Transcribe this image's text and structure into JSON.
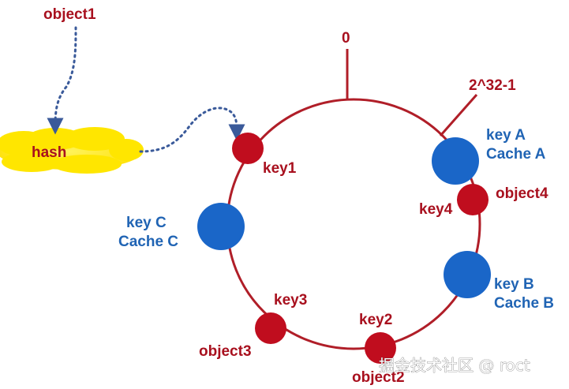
{
  "labels": {
    "object1": "object1",
    "hash": "hash",
    "zero": "0",
    "max": "2^32-1",
    "key1": "key1",
    "key2": "key2",
    "key3": "key3",
    "key4": "key4",
    "object2": "object2",
    "object3": "object3",
    "object4": "object4",
    "key_a": "key A",
    "cache_a": "Cache A",
    "key_b": "key B",
    "cache_b": "Cache B",
    "key_c": "key C",
    "cache_c": "Cache C"
  },
  "watermark": "掘金技术社区 @ roct",
  "colors": {
    "ring": "#b01e28",
    "object_node": "#c00d1e",
    "cache_node": "#1a66c8",
    "red_text": "#a8101e",
    "blue_text": "#2064b4",
    "arrow": "#3a5a9a",
    "hash_cloud": "#ffe600"
  }
}
